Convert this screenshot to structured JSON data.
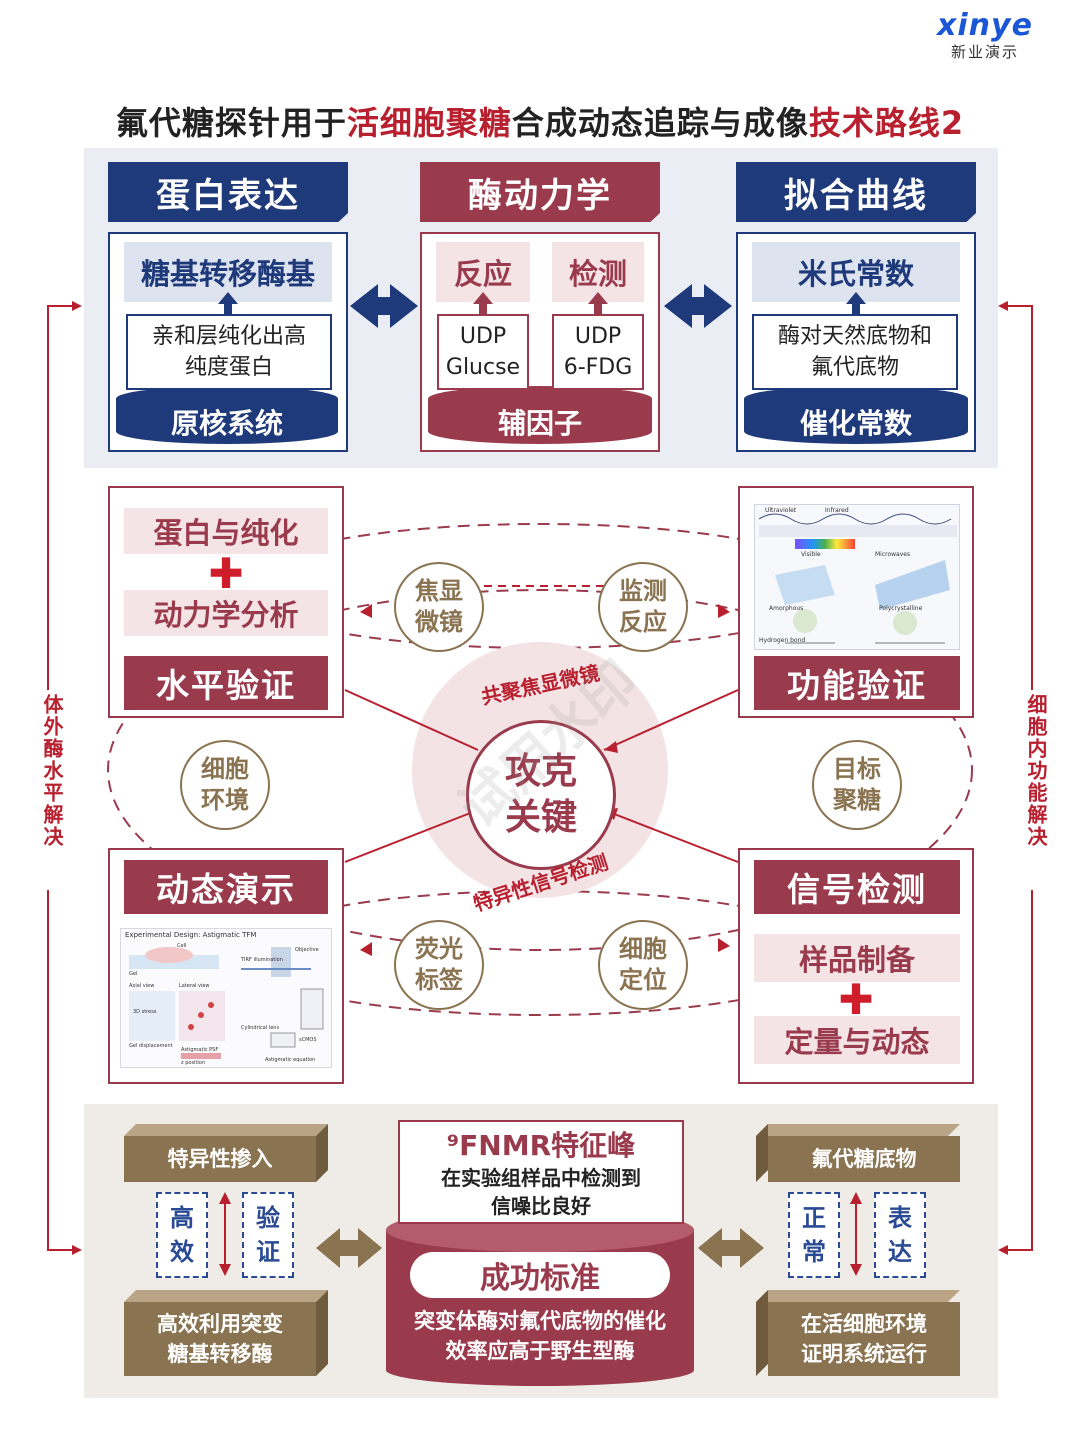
{
  "logo": {
    "wordmark": "xinye",
    "subtitle": "新业演示"
  },
  "title": {
    "part1": "氟代糖探针用于",
    "part2": "活细胞聚糖",
    "part3": "合成动态追踪与成像",
    "part4": "技术路线2"
  },
  "top": {
    "col1": {
      "header": "蛋白表达",
      "pill": "糖基转移酶基",
      "box": [
        "亲和层纯化出高",
        "纯度蛋白"
      ],
      "base": "原核系统"
    },
    "col2": {
      "header": "酶动力学",
      "pill_left": "反应",
      "pill_right": "检测",
      "box_left": [
        "UDP",
        "Glucse"
      ],
      "box_right": [
        "UDP",
        "6-FDG"
      ],
      "base": "辅因子"
    },
    "col3": {
      "header": "拟合曲线",
      "pill": "米氏常数",
      "box": [
        "酶对天然底物和",
        "氟代底物"
      ],
      "base": "催化常数"
    }
  },
  "middle": {
    "tl": {
      "pill1": "蛋白与纯化",
      "pill2": "动力学分析",
      "banner": "水平验证"
    },
    "tr": {
      "banner": "功能验证"
    },
    "bl": {
      "banner": "动态演示"
    },
    "br": {
      "banner": "信号检测",
      "pill1": "样品制备",
      "pill2": "定量与动态"
    },
    "circles": {
      "c1": [
        "焦显",
        "微镜"
      ],
      "c2": [
        "监测",
        "反应"
      ],
      "c3": [
        "细胞",
        "环境"
      ],
      "c4": [
        "目标",
        "聚糖"
      ],
      "c5": [
        "荧光",
        "标签"
      ],
      "c6": [
        "细胞",
        "定位"
      ]
    },
    "center": [
      "攻克",
      "关键"
    ],
    "arc_top": "共聚焦显微镜",
    "arc_bottom": "特异性信号检测",
    "watermark": "试用水印",
    "figure_tr": {
      "labels": [
        "Ultraviolet",
        "Infrared",
        "Visible",
        "Microwaves",
        "Amorphous",
        "Polycrystalline",
        "Hydrogen bond"
      ]
    },
    "figure_bl": {
      "title": "Experimental Design: Astigmatic TFM",
      "labels": [
        "Cell",
        "Gel",
        "Axial view",
        "Lateral view",
        "3D stress",
        "Gel displacement",
        "TIRF illumination",
        "Objective",
        "Cylindrical lens",
        "sCMOS",
        "Astigmatic equation",
        "Astigmatic PSF",
        "z position"
      ]
    }
  },
  "bottom": {
    "left": {
      "top_label": "特异性掺入",
      "d1": [
        "高",
        "效"
      ],
      "d2": [
        "验",
        "证"
      ],
      "bottom_label": [
        "高效利用突变",
        "糖基转移酶"
      ]
    },
    "center": {
      "fnmr_title": "⁹FNMR特征峰",
      "fnmr_sub": [
        "在实验组样品中检测到",
        "信噪比良好"
      ],
      "drum_title": "成功标准",
      "drum_text": [
        "突变体酶对氟代底物的催化",
        "效率应高于野生型酶"
      ]
    },
    "right": {
      "top_label": "氟代糖底物",
      "d1": [
        "正",
        "常"
      ],
      "d2": [
        "表",
        "达"
      ],
      "bottom_label": [
        "在活细胞环境",
        "证明系统运行"
      ]
    }
  },
  "side": {
    "left": "体外酶水平解决",
    "right": "细胞内功能解决"
  },
  "colors": {
    "navy": "#1f3a7a",
    "maroon": "#9a3b4d",
    "gold": "#8a7350",
    "red": "#b8202f"
  }
}
